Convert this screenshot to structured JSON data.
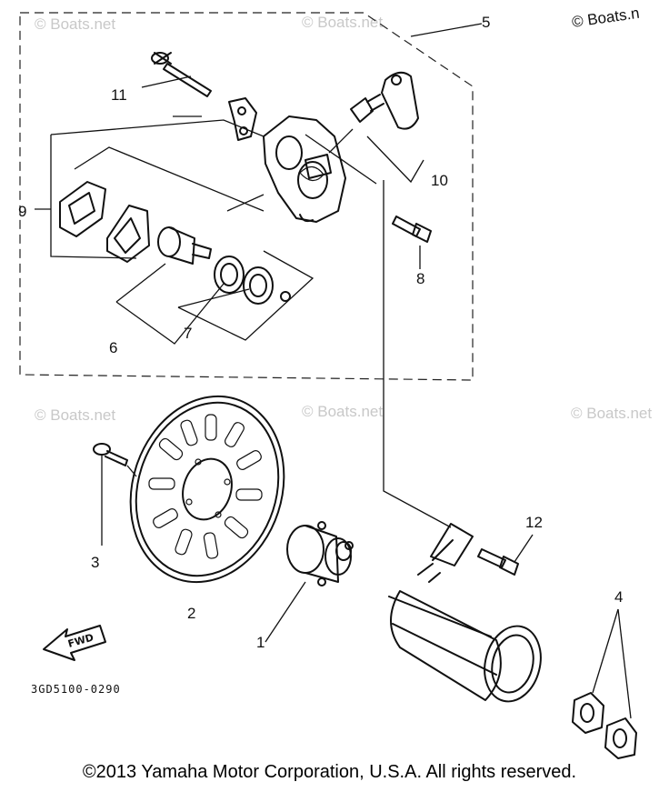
{
  "watermark": "© Boats.net",
  "watermark_corner": "© Boats.n",
  "callouts": {
    "c1": "1",
    "c2": "2",
    "c3": "3",
    "c4": "4",
    "c5": "5",
    "c6": "6",
    "c7": "7",
    "c8": "8",
    "c9": "9",
    "c10": "10",
    "c11": "11",
    "c12": "12"
  },
  "fwd_label": "FWD",
  "diagram_code": "3GD5100-0290",
  "copyright": "©2013 Yamaha Motor Corporation, U.S.A. All rights reserved."
}
